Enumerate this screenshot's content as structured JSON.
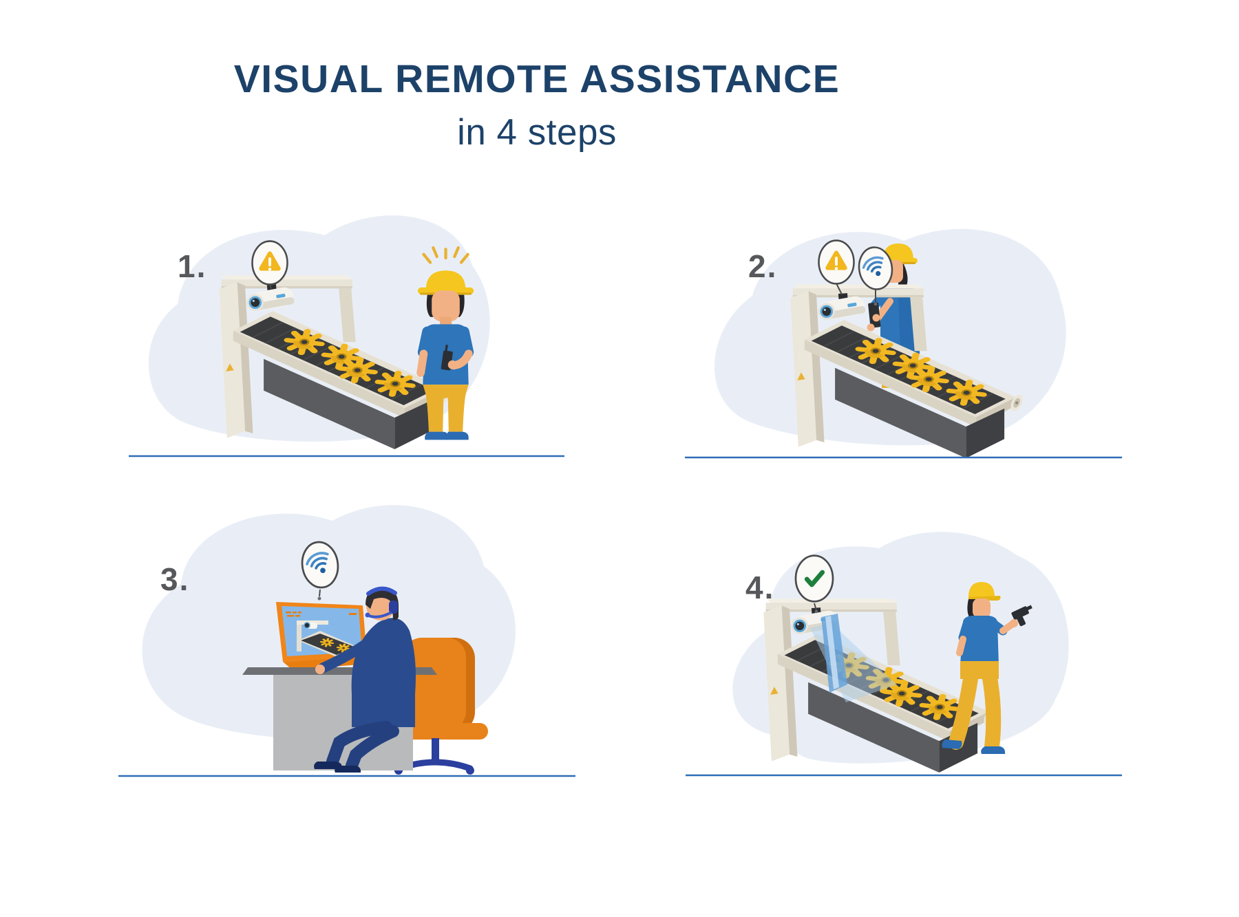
{
  "title": {
    "line1": "VISUAL REMOTE ASSISTANCE",
    "line2": "in 4 steps"
  },
  "steps": [
    {
      "label": "1.",
      "balloons": [
        "warning-icon"
      ]
    },
    {
      "label": "2.",
      "balloons": [
        "warning-icon",
        "wifi-icon"
      ]
    },
    {
      "label": "3.",
      "balloons": [
        "wifi-icon"
      ]
    },
    {
      "label": "4.",
      "balloons": [
        "check-icon"
      ]
    }
  ],
  "colors": {
    "title_navy": "#1d4269",
    "step_number_gray": "#57585b",
    "blob_background": "#e9eef6",
    "ground_line_blue": "#2f6db8",
    "warning_yellow": "#f2b71e",
    "wifi_blue": "#2e75b6",
    "check_green": "#1e7e3c",
    "gear_yellow": "#f2b822",
    "machine_cream": "#e9e4d8",
    "belt_dark": "#3a3b3d",
    "helmet_yellow": "#f4c61f",
    "shirt_blue": "#2e75ba",
    "pants_yellow": "#e9b02e",
    "suit_navy": "#2b4b8f",
    "chair_orange": "#e8821a",
    "screen_blue": "#85b8e9",
    "monitor_orange": "#f08519"
  }
}
